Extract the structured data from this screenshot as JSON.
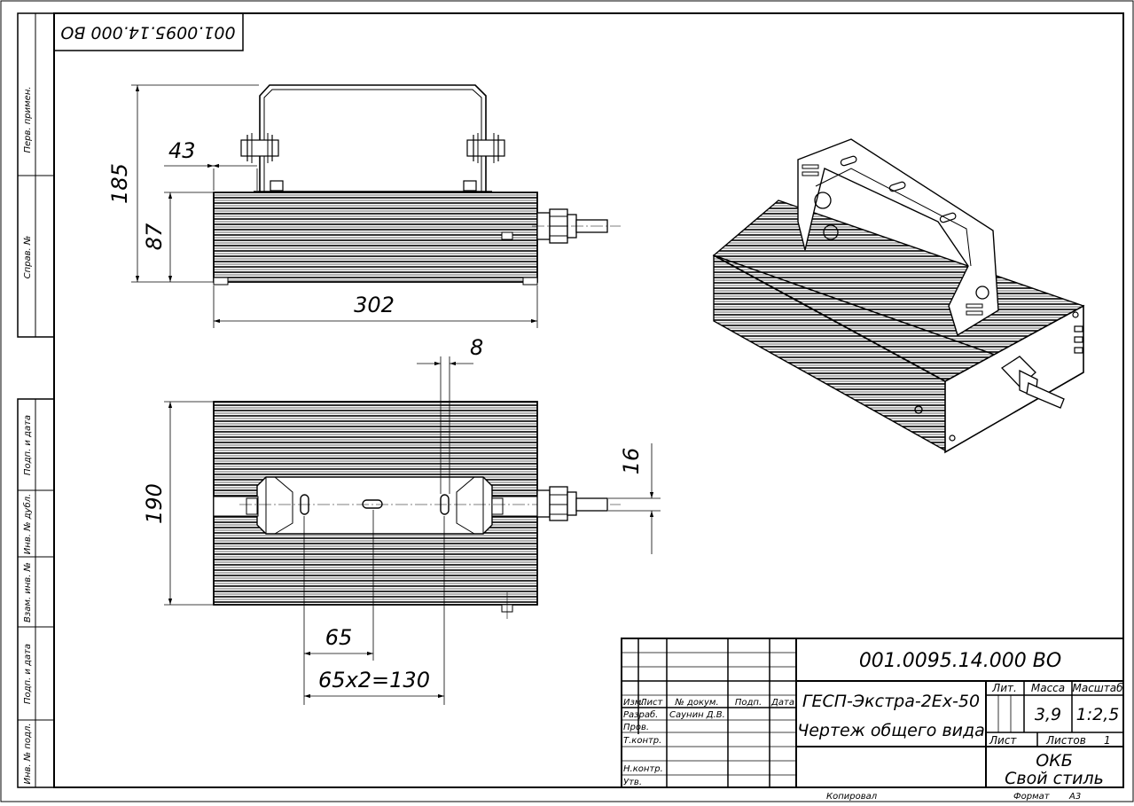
{
  "corner_code": "001.0095.14.000 ВО",
  "side_strip": {
    "perv_primen": "Перв. примен.",
    "sprav_no": "Справ. №",
    "podp_data_1": "Подп. и дата",
    "inv_dubl": "Инв. № дубл.",
    "vzam_inv": "Взам. инв. №",
    "podp_data_2": "Подп. и дата",
    "inv_podl": "Инв. № подл."
  },
  "dimensions": {
    "d43": "43",
    "d185": "185",
    "d87": "87",
    "d302": "302",
    "d8": "8",
    "d16": "16",
    "d190": "190",
    "d65": "65",
    "d130": "65х2=130"
  },
  "title_block": {
    "designation": "001.0095.14.000 ВО",
    "name_line1": "ГЕСП-Экстра-2Ех-50",
    "name_line2": "Чертеж общего вида",
    "h_izm": "Изм.",
    "h_list": "Лист",
    "h_dokum": "№ докум.",
    "h_podp": "Подп.",
    "h_data": "Дата",
    "r_razrab": "Разраб.",
    "razrab_name": "Саунин Д.В.",
    "r_prov": "Пров.",
    "r_tkontr": "Т.контр.",
    "r_nkontr": "Н.контр.",
    "r_utv": "Утв.",
    "lit": "Лит.",
    "massa": "Масса",
    "masshtab": "Масштаб",
    "massa_val": "3,9",
    "masshtab_val": "1:2,5",
    "list_label": "Лист",
    "listov_label": "Листов",
    "listov_val": "1",
    "org1": "ОКБ",
    "org2": "Свой стиль",
    "kopiroval": "Копировал",
    "format_label": "Формат",
    "format_val": "А3"
  }
}
